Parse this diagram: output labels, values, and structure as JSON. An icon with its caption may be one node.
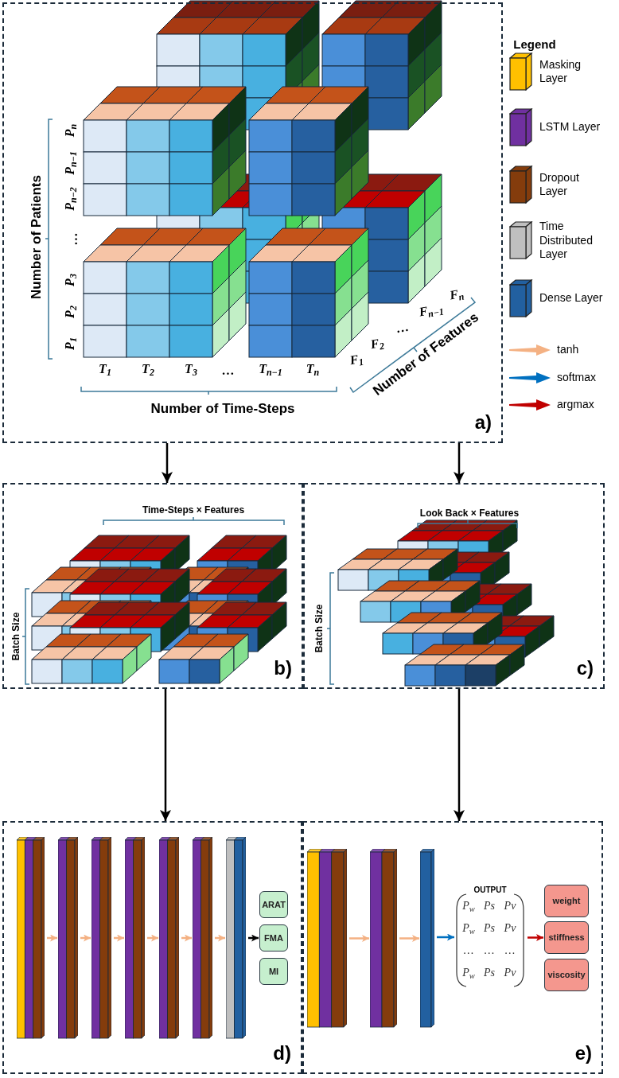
{
  "diagram": {
    "nodes": [
      {
        "text": [
          "a)"
        ]
      },
      {
        "text": [
          "b)"
        ]
      },
      {
        "text": [
          "c)"
        ]
      },
      {
        "text": [
          "d)"
        ]
      },
      {
        "text": [
          "e)"
        ]
      },
      {
        "text": [],
        "shape": "bar",
        "in": 3
      },
      {
        "text": [],
        "shape": "bar",
        "in": 3
      },
      {
        "text": [],
        "shape": "bar",
        "in": 3
      },
      {
        "text": [],
        "shape": "bar",
        "in": 3
      },
      {
        "text": [],
        "shape": "bar",
        "in": 3
      },
      {
        "text": [],
        "shape": "bar",
        "in": 3
      },
      {
        "text": [],
        "shape": "bar",
        "in": 3
      },
      {
        "text": [
          "ARAT"
        ],
        "in": 3
      },
      {
        "text": [
          "FMA"
        ],
        "in": 3
      },
      {
        "text": [
          "MI"
        ],
        "in": 3
      },
      {
        "text": [],
        "shape": "bar",
        "in": 4
      },
      {
        "text": [],
        "shape": "bar",
        "in": 4
      },
      {
        "text": [],
        "shape": "bar",
        "in": 4
      },
      {
        "text": [
          "OUTPUT",
          "P$_{w}$",
          "Ps",
          "Pv",
          "P$_{w}$",
          "Ps",
          "Pv",
          "…",
          "…",
          "…",
          "P$_{w}$",
          "Ps",
          "Pv"
        ],
        "in": 4
      },
      {
        "text": [
          "weight"
        ],
        "in": 4
      },
      {
        "text": [
          "stiffness"
        ],
        "in": 4
      },
      {
        "text": [
          "viscosity"
        ],
        "in": 4
      }
    ],
    "edges": [
      {
        "from": 0,
        "to": 1,
        "arrow": "to",
        "color": "#000000"
      },
      {
        "from": 0,
        "to": 2,
        "arrow": "to",
        "color": "#000000"
      },
      {
        "from": 1,
        "to": 3,
        "arrow": "to",
        "color": "#000000"
      },
      {
        "from": 2,
        "to": 4,
        "arrow": "to",
        "color": "#000000"
      },
      {
        "from": 5,
        "to": 6,
        "arrow": "to",
        "color": "#f4b183"
      },
      {
        "from": 6,
        "to": 7,
        "arrow": "to",
        "color": "#f4b183"
      },
      {
        "from": 7,
        "to": 8,
        "arrow": "to",
        "color": "#f4b183"
      },
      {
        "from": 8,
        "to": 9,
        "arrow": "to",
        "color": "#f4b183"
      },
      {
        "from": 9,
        "to": 10,
        "arrow": "to",
        "color": "#f4b183"
      },
      {
        "from": 10,
        "to": 11,
        "arrow": "to",
        "color": "#f4b183"
      },
      {
        "from": 11,
        "to": 13,
        "arrow": "to",
        "color": "#000000"
      },
      {
        "from": 15,
        "to": 16,
        "arrow": "to",
        "color": "#f4b183"
      },
      {
        "from": 16,
        "to": 17,
        "arrow": "to",
        "color": "#f4b183"
      },
      {
        "from": 17,
        "to": 18,
        "arrow": "to",
        "color": "#0070c0"
      },
      {
        "from": 18,
        "to": 20,
        "arrow": "to",
        "color": "#c00000"
      }
    ],
    "labels": [
      "Legend",
      "Number of Patients",
      "P$_{n}$",
      "P$_{n−1}$",
      "P$_{n−2}$",
      "…",
      "P$_{3}$",
      "P$_{2}$",
      "P$_{1}$",
      "T$_{1}$",
      "T$_{2}$",
      "T$_{3}$",
      "…",
      "T$_{n−1}$",
      "T$_{n}$",
      "F$_{1}$",
      "F$_{2}$",
      "…",
      "F$_{n−1}$",
      "F$_{n}$",
      "Number of Time-Steps",
      "Number of Features",
      "Time-Steps × Features",
      "Batch Size",
      "Look Back × Features",
      "Batch Size"
    ],
    "legend": [
      {
        "text": "Masking Layer",
        "color": "#ffc000"
      },
      {
        "text": "LSTM Layer",
        "color": "#7030a0"
      },
      {
        "text": "Dropout Layer",
        "color": "#843c0c"
      },
      {
        "text": "Time Distributed Layer",
        "color": "#bfbfbf"
      },
      {
        "text": "Dense Layer",
        "color": "#2260a0"
      },
      {
        "text": "tanh",
        "color": "#f4b183"
      },
      {
        "text": "softmax",
        "color": "#0070c0"
      },
      {
        "text": "argmax",
        "color": "#c00000"
      }
    ]
  }
}
